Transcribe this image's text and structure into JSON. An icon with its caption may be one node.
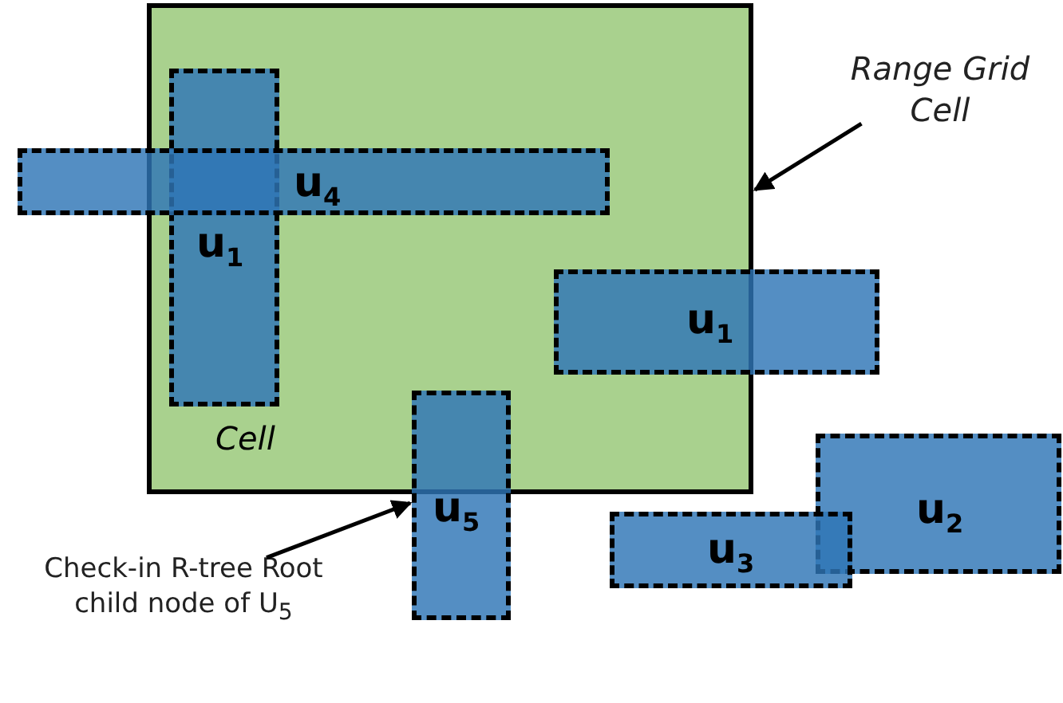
{
  "diagram": {
    "nodes": [
      {
        "text": [
          "Cell"
        ]
      },
      {
        "text": [
          "u$_{4}$"
        ]
      },
      {
        "text": [
          "u$_{1}$"
        ],
        "in": 0
      },
      {
        "text": [
          "u$_{1}$"
        ]
      },
      {
        "text": [
          "u$_{5}$"
        ]
      },
      {
        "text": [
          "u$_{2}$"
        ]
      },
      {
        "text": [
          "u$_{3}$"
        ]
      },
      {
        "text": [
          "Range Grid Cell"
        ]
      },
      {
        "text": [
          "Check-in R-tree Root child node of U$_{5}$"
        ]
      }
    ],
    "edges": [
      {
        "from": 7,
        "to": 0,
        "arrow": "to"
      },
      {
        "from": 8,
        "to": 4,
        "arrow": "to"
      }
    ]
  }
}
